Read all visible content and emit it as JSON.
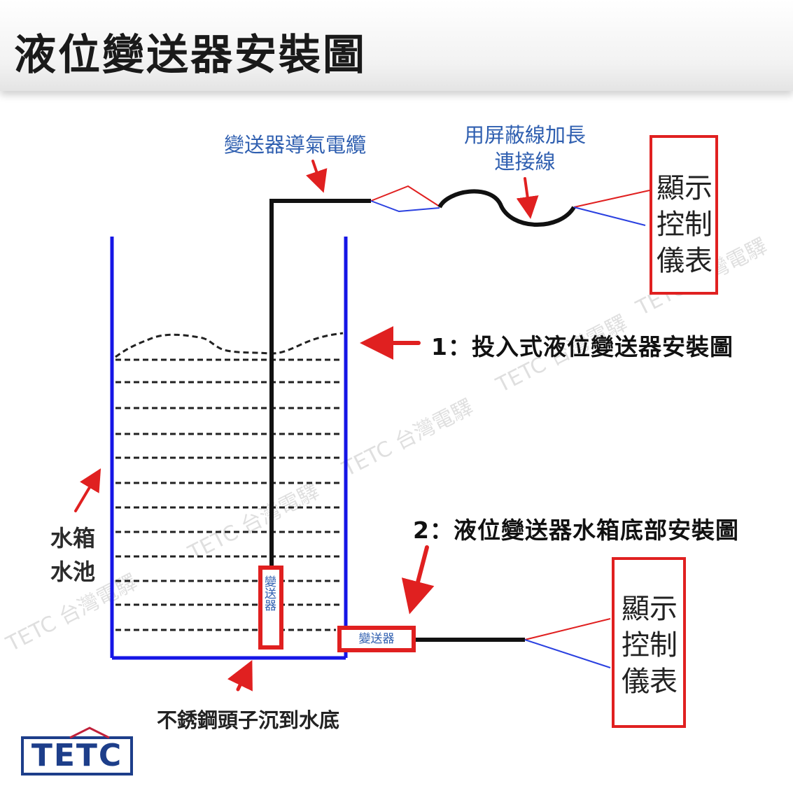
{
  "title": "液位變送器安裝圖",
  "labels": {
    "cable": "變送器導氣電纜",
    "extension_line1": "用屏蔽線加長",
    "extension_line2": "連接線",
    "install1": "1：投入式液位變送器安裝圖",
    "install2": "2：液位變送器水箱底部安裝圖",
    "tank_line1": "水箱",
    "tank_line2": "水池",
    "bottom_note": "不銹鋼頭子沉到水底"
  },
  "instrument_top": {
    "line1": "顯示",
    "line2": "控制",
    "line3": "儀表"
  },
  "instrument_bottom": {
    "line1": "顯示",
    "line2": "控制",
    "line3": "儀表"
  },
  "sensor_vertical": "變送器",
  "sensor_horizontal": "變送器",
  "watermark": "TETC 台灣電驛",
  "logo": "TETC",
  "colors": {
    "tank": "#1515e6",
    "arrow": "#e02020",
    "label_blue": "#2f5fb0",
    "logo": "#1d3e8a"
  }
}
